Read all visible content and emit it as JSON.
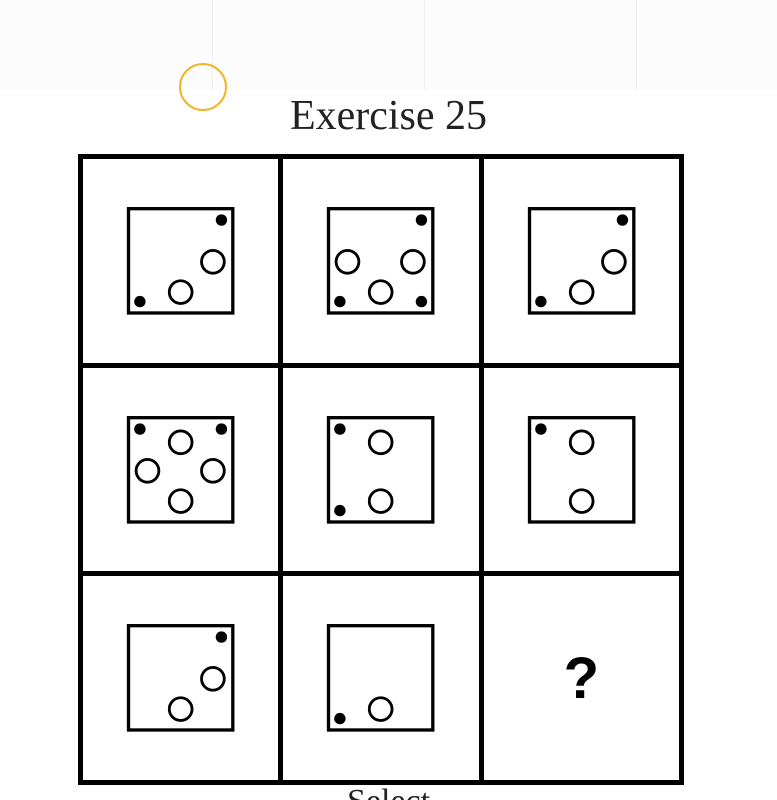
{
  "title": "Exercise 25",
  "caption": "Select",
  "missing_cell_label": "?",
  "colors": {
    "ring": "#f0b429",
    "grid": "#000000",
    "text": "#222222"
  },
  "puzzle": {
    "rows": 3,
    "cols": 3,
    "cells": [
      {
        "dots": [
          "top-right",
          "bottom-left"
        ],
        "circles": [
          "right",
          "bottom"
        ]
      },
      {
        "dots": [
          "top-right",
          "bottom-left",
          "bottom-right"
        ],
        "circles": [
          "left",
          "right",
          "bottom"
        ]
      },
      {
        "dots": [
          "top-right",
          "bottom-left"
        ],
        "circles": [
          "right",
          "bottom"
        ]
      },
      {
        "dots": [
          "top-left",
          "top-right"
        ],
        "circles": [
          "top",
          "left",
          "right",
          "bottom"
        ]
      },
      {
        "dots": [
          "top-left",
          "bottom-left"
        ],
        "circles": [
          "top",
          "bottom"
        ]
      },
      {
        "dots": [
          "top-left"
        ],
        "circles": [
          "top",
          "bottom"
        ]
      },
      {
        "dots": [
          "top-right"
        ],
        "circles": [
          "right",
          "bottom"
        ]
      },
      {
        "dots": [
          "bottom-left"
        ],
        "circles": [
          "bottom"
        ]
      },
      {
        "missing": true
      }
    ]
  }
}
